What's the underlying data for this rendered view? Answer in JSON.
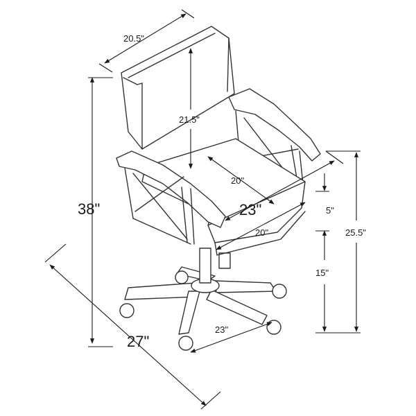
{
  "dimensions": {
    "back_width": "20.5\"",
    "back_height": "21.5\"",
    "seat_depth": "20\"",
    "seat_diag": "23\"",
    "seat_width": "20\"",
    "overall_height": "38\"",
    "overall_depth": "27\"",
    "base_width": "23\"",
    "seat_drop": "5\"",
    "seat_height": "15\"",
    "arm_height": "25.5\""
  },
  "colors": {
    "line": "#333333",
    "dimension": "#1a1a1a",
    "background": "#ffffff"
  }
}
